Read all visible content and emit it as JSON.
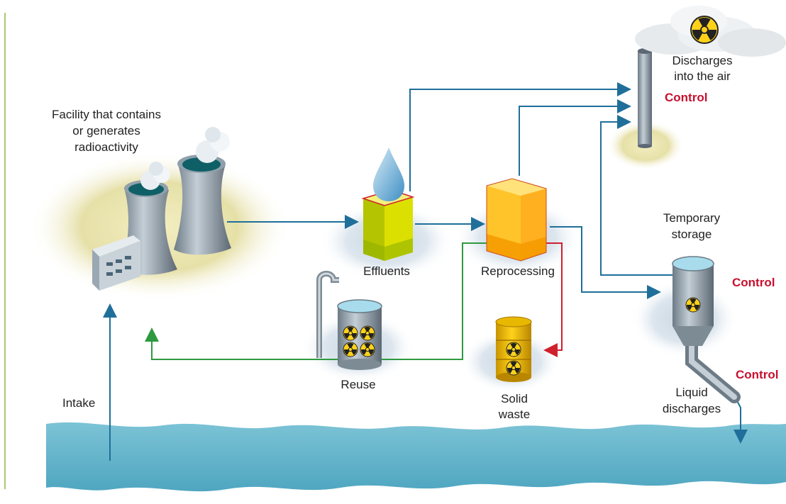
{
  "labels": {
    "facility_line1": "Facility that contains",
    "facility_line2": "or generates",
    "facility_line3": "radioactivity",
    "effluents": "Effluents",
    "reprocessing": "Reprocessing",
    "reuse": "Reuse",
    "solid_waste_line1": "Solid",
    "solid_waste_line2": "waste",
    "intake": "Intake",
    "discharges_air_line1": "Discharges",
    "discharges_air_line2": "into the air",
    "temporary_storage_line1": "Temporary",
    "temporary_storage_line2": "storage",
    "liquid_discharges_line1": "Liquid",
    "liquid_discharges_line2": "discharges",
    "control_air": "Control",
    "control_storage": "Control",
    "control_liquid": "Control"
  },
  "colors": {
    "flow_blue": "#1f6f9a",
    "reuse_green": "#2e9a3f",
    "waste_red": "#d0202e",
    "control_red": "#c8102e",
    "water": "#7cc3d6",
    "left_border": "#8db840"
  },
  "icons": [
    "cooling-tower-icon",
    "water-drop-icon",
    "radiation-icon",
    "barrel-icon",
    "tank-icon",
    "chimney-icon",
    "cloud-icon"
  ]
}
